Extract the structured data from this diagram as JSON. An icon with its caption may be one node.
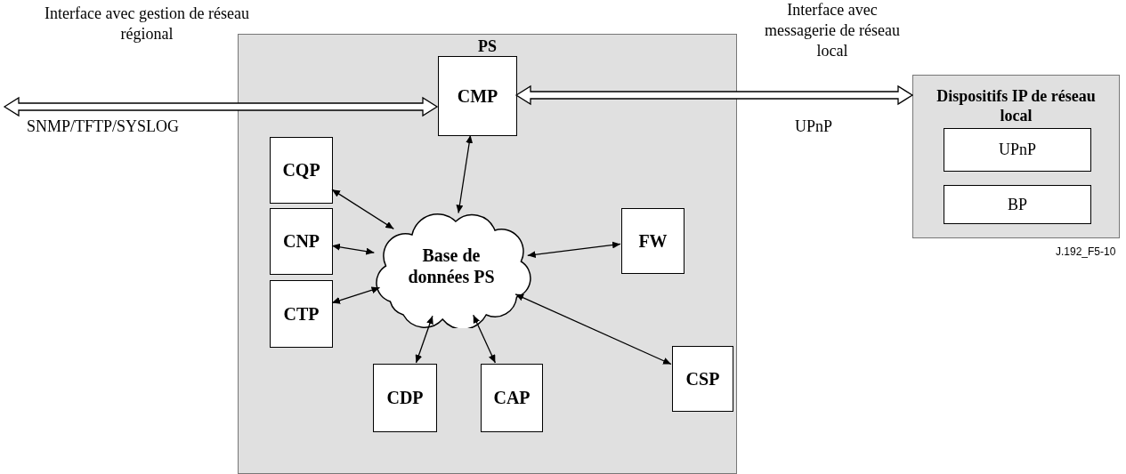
{
  "diagram": {
    "nodes": [
      {
        "text": [
          "PS"
        ]
      },
      {
        "text": [
          "CMP"
        ],
        "in": 0
      },
      {
        "text": [
          "CQP"
        ],
        "in": 0
      },
      {
        "text": [
          "CNP"
        ],
        "in": 0
      },
      {
        "text": [
          "CTP"
        ],
        "in": 0
      },
      {
        "text": [
          "CDP"
        ],
        "in": 0
      },
      {
        "text": [
          "CAP"
        ],
        "in": 0
      },
      {
        "text": [
          "CSP"
        ],
        "in": 0
      },
      {
        "text": [
          "FW"
        ],
        "in": 0
      },
      {
        "text": [
          "Base de données PS"
        ],
        "in": 0
      },
      {
        "text": [
          "Dispositifs IP de réseau local"
        ]
      },
      {
        "text": [
          "UPnP"
        ],
        "in": 10
      },
      {
        "text": [
          "BP"
        ],
        "in": 10
      }
    ],
    "edges": [
      {
        "from": null,
        "to": 1,
        "arrow": "both",
        "style": "thick",
        "label": "Interface avec gestion de réseau régional"
      },
      {
        "from": 1,
        "to": 10,
        "arrow": "both",
        "style": "thick",
        "label": "Interface avec messagerie de réseau local"
      },
      {
        "from": 1,
        "to": 9,
        "arrow": "both"
      },
      {
        "from": 2,
        "to": 9,
        "arrow": "both"
      },
      {
        "from": 3,
        "to": 9,
        "arrow": "both"
      },
      {
        "from": 4,
        "to": 9,
        "arrow": "both"
      },
      {
        "from": 5,
        "to": 9,
        "arrow": "both"
      },
      {
        "from": 6,
        "to": 9,
        "arrow": "both"
      },
      {
        "from": 7,
        "to": 9,
        "arrow": "both"
      },
      {
        "from": 8,
        "to": 9,
        "arrow": "both"
      }
    ],
    "labels": [
      "SNMP/TFTP/SYSLOG",
      "UPnP",
      "J.192_F5-10"
    ]
  }
}
